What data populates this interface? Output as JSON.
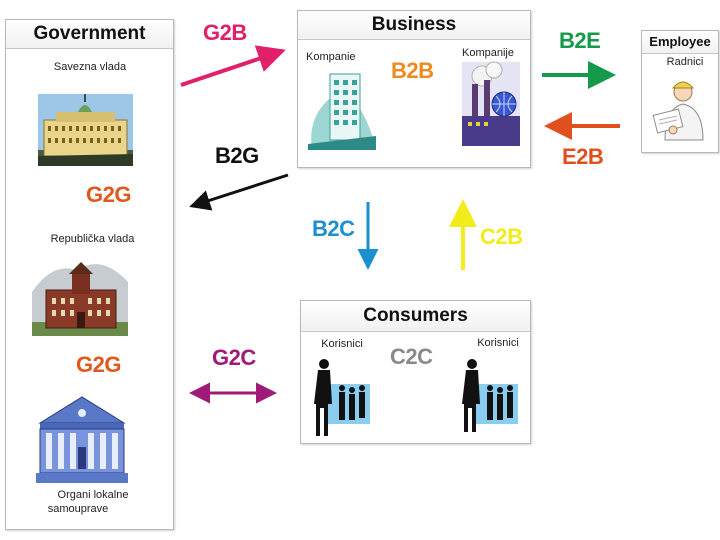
{
  "colors": {
    "g2b": "#e0206a",
    "g2g": "#e0581e",
    "b2b": "#ee8a1e",
    "b2e": "#149a4a",
    "e2b": "#e0501e",
    "b2g": "#111111",
    "b2c": "#1c8fd0",
    "c2b": "#f2ec1c",
    "g2c": "#a01a78",
    "c2c": "#8a8a8a"
  },
  "government": {
    "title": "Government",
    "federal_label": "Savezna vlada",
    "republic_label": "Republička vlada",
    "local_label_line1": "Organi lokalne",
    "local_label_line2": "samouprave",
    "g2g_upper": "G2G",
    "g2g_lower": "G2G"
  },
  "business": {
    "title": "Business",
    "left_label": "Kompanie",
    "right_label": "Kompanije",
    "b2b": "B2B"
  },
  "employee": {
    "title": "Employee",
    "label": "Radnici"
  },
  "consumers": {
    "title": "Consumers",
    "left_label": "Korisnici",
    "right_label": "Korisnici",
    "c2c": "C2C"
  },
  "flows": {
    "g2b": "G2B",
    "b2g": "B2G",
    "b2e": "B2E",
    "e2b": "E2B",
    "b2c": "B2C",
    "c2b": "C2B",
    "g2c": "G2C"
  }
}
